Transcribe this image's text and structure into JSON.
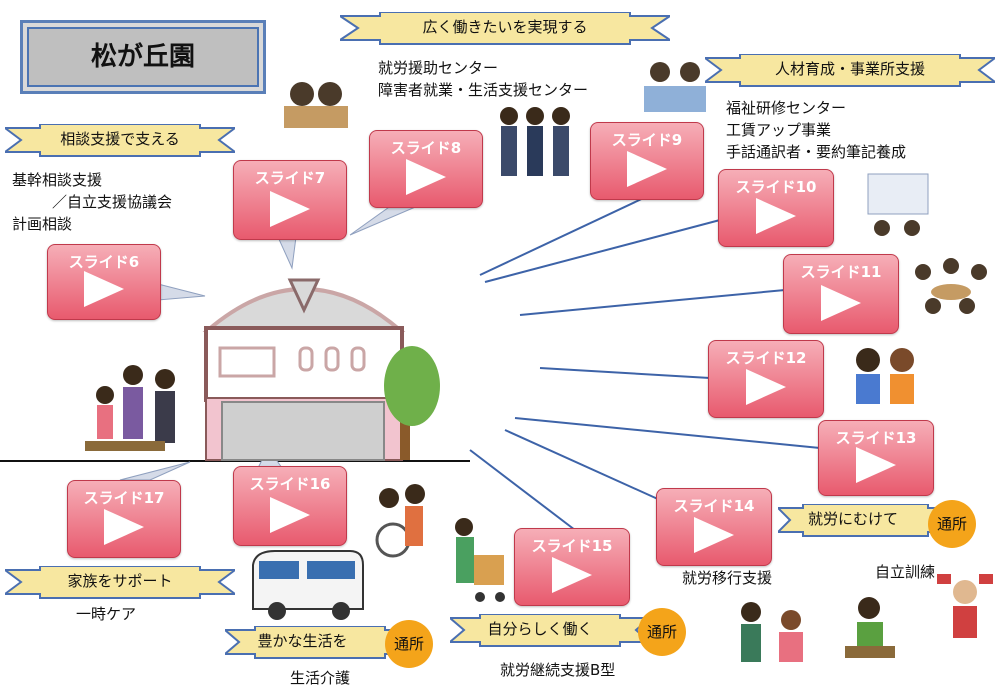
{
  "title": "松が丘園",
  "ribbons": {
    "work": "広く働きたいを実現する",
    "soudan": "相談支援で支える",
    "jinzai": "人材育成・事業所支援",
    "family": "家族をサポート",
    "yutaka": "豊かな生活を",
    "jibun": "自分らしく働く",
    "shuro": "就労にむけて"
  },
  "notes": {
    "work_1": "就労援助センター",
    "work_2": "障害者就業・生活支援センター",
    "jinzai_1": "福祉研修センター",
    "jinzai_2": "工賃アップ事業",
    "jinzai_3": "手話通訳者・要約筆記養成",
    "soudan_1": "基幹相談支援",
    "soudan_2": "／自立支援協議会",
    "soudan_3": "計画相談",
    "family_1": "一時ケア",
    "yutaka_1": "生活介護",
    "jibun_1": "就労継続支援B型",
    "shuro_1": "就労移行支援",
    "shuro_2": "自立訓練"
  },
  "badges": {
    "yutaka": "通所",
    "jibun": "通所",
    "shuro": "通所"
  },
  "slides": [
    {
      "id": 6,
      "label": "スライド6"
    },
    {
      "id": 7,
      "label": "スライド7"
    },
    {
      "id": 8,
      "label": "スライド8"
    },
    {
      "id": 9,
      "label": "スライド9"
    },
    {
      "id": 10,
      "label": "スライド10"
    },
    {
      "id": 11,
      "label": "スライド11"
    },
    {
      "id": 12,
      "label": "スライド12"
    },
    {
      "id": 13,
      "label": "スライド13"
    },
    {
      "id": 14,
      "label": "スライド14"
    },
    {
      "id": 15,
      "label": "スライド15"
    },
    {
      "id": 16,
      "label": "スライド16"
    },
    {
      "id": 17,
      "label": "スライド17"
    }
  ],
  "colors": {
    "slide_top": "#f6aeb7",
    "slide_bottom": "#e85a6e",
    "ribbon": "#f7e7a0",
    "ribbon_edge": "#4a6fb1",
    "badge": "#f4a41a"
  }
}
